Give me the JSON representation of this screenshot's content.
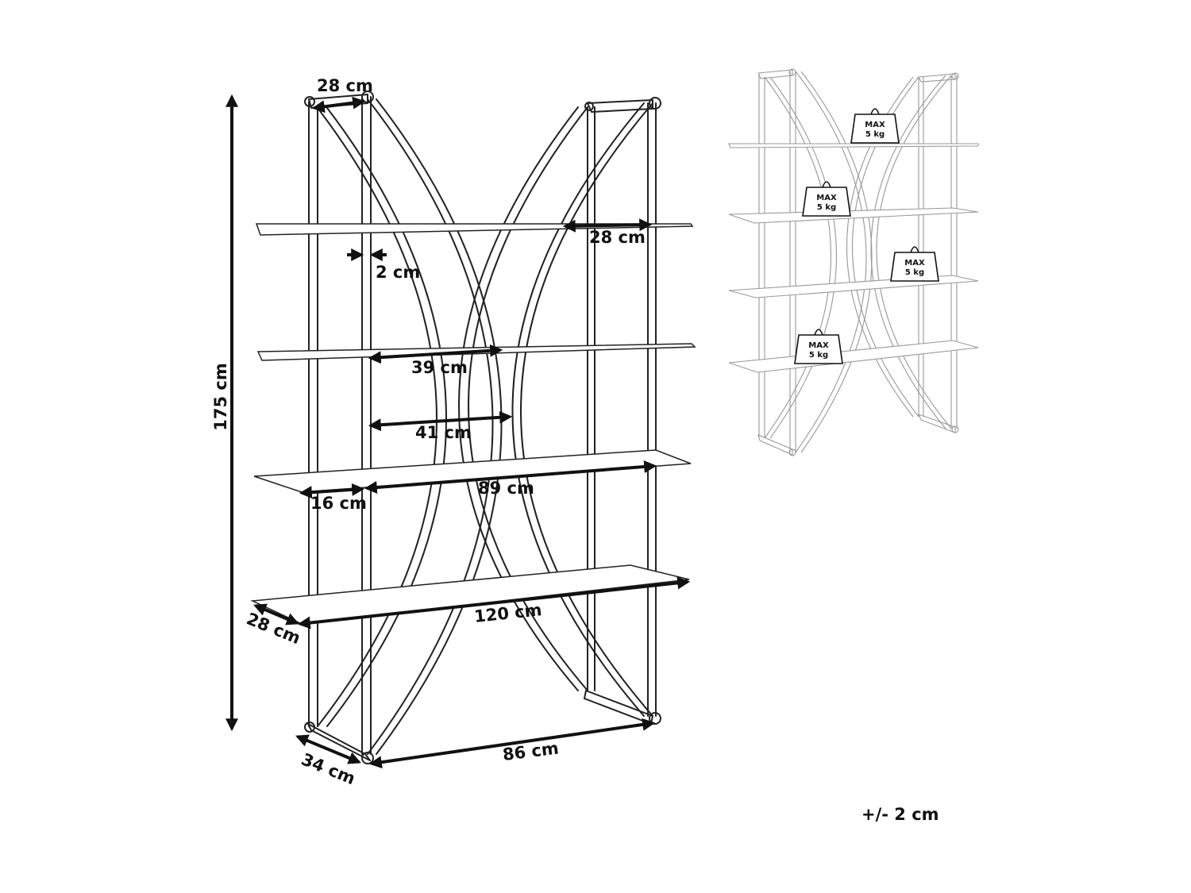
{
  "dimensions": {
    "total_height": "175 cm",
    "top_depth": "28 cm",
    "tube": "2 cm",
    "shelf_inner_right": "28 cm",
    "gap_39": "39 cm",
    "gap_41": "41 cm",
    "overhang": "16 cm",
    "shelf_89": "89 cm",
    "shelf_depth": "28 cm",
    "shelf_120": "120 cm",
    "base_depth": "34 cm",
    "base_width": "86 cm"
  },
  "load_labels": [
    {
      "max": "MAX",
      "kg": "5 kg"
    },
    {
      "max": "MAX",
      "kg": "5 kg"
    },
    {
      "max": "MAX",
      "kg": "5 kg"
    },
    {
      "max": "MAX",
      "kg": "5 kg"
    }
  ],
  "tolerance": "+/- 2 cm"
}
